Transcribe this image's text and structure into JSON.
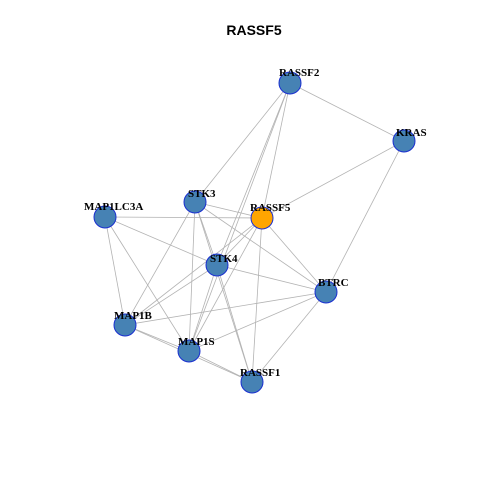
{
  "network": {
    "title": "RASSF5",
    "colors": {
      "node_default": "#4682B4",
      "node_focus": "#FFA500",
      "node_border": "#1a2fd0",
      "edge": "#b3b3b3"
    },
    "nodes": [
      {
        "id": "RASSF5",
        "label": "RASSF5",
        "focus": true
      },
      {
        "id": "RASSF2",
        "label": "RASSF2"
      },
      {
        "id": "KRAS",
        "label": "KRAS"
      },
      {
        "id": "STK3",
        "label": "STK3"
      },
      {
        "id": "MAP1LC3A",
        "label": "MAP1LC3A"
      },
      {
        "id": "STK4",
        "label": "STK4"
      },
      {
        "id": "BTRC",
        "label": "BTRC"
      },
      {
        "id": "MAP1B",
        "label": "MAP1B"
      },
      {
        "id": "MAP1S",
        "label": "MAP1S"
      },
      {
        "id": "RASSF1",
        "label": "RASSF1"
      }
    ],
    "edges": [
      [
        "RASSF2",
        "KRAS"
      ],
      [
        "RASSF2",
        "STK3"
      ],
      [
        "RASSF2",
        "RASSF5"
      ],
      [
        "RASSF2",
        "STK4"
      ],
      [
        "RASSF2",
        "MAP1S"
      ],
      [
        "KRAS",
        "RASSF5"
      ],
      [
        "KRAS",
        "BTRC"
      ],
      [
        "STK3",
        "RASSF5"
      ],
      [
        "STK3",
        "STK4"
      ],
      [
        "STK3",
        "BTRC"
      ],
      [
        "STK3",
        "MAP1B"
      ],
      [
        "STK3",
        "MAP1S"
      ],
      [
        "STK3",
        "RASSF1"
      ],
      [
        "MAP1LC3A",
        "RASSF5"
      ],
      [
        "MAP1LC3A",
        "STK4"
      ],
      [
        "MAP1LC3A",
        "MAP1B"
      ],
      [
        "MAP1LC3A",
        "MAP1S"
      ],
      [
        "RASSF5",
        "STK4"
      ],
      [
        "RASSF5",
        "BTRC"
      ],
      [
        "RASSF5",
        "MAP1B"
      ],
      [
        "RASSF5",
        "MAP1S"
      ],
      [
        "RASSF5",
        "RASSF1"
      ],
      [
        "STK4",
        "BTRC"
      ],
      [
        "STK4",
        "MAP1B"
      ],
      [
        "STK4",
        "MAP1S"
      ],
      [
        "STK4",
        "RASSF1"
      ],
      [
        "BTRC",
        "MAP1B"
      ],
      [
        "BTRC",
        "MAP1S"
      ],
      [
        "BTRC",
        "RASSF1"
      ],
      [
        "MAP1B",
        "MAP1S"
      ],
      [
        "MAP1B",
        "RASSF1"
      ],
      [
        "MAP1S",
        "RASSF1"
      ]
    ]
  }
}
